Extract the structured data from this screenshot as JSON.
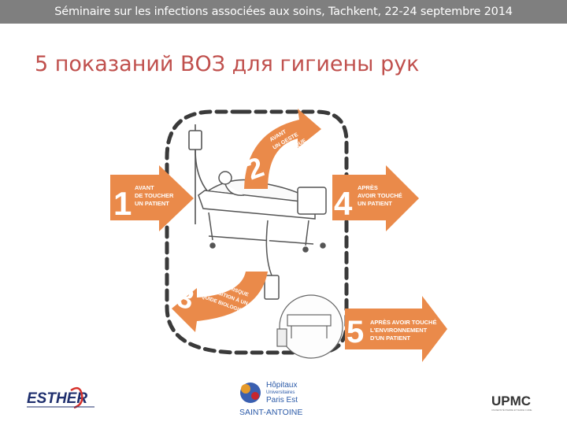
{
  "header": {
    "text": "Séminaire sur les infections associées aux soins, Tachkent, 22-24 septembre 2014"
  },
  "title": "5 показаний ВОЗ для гигиены рук",
  "moments": [
    {
      "number": "1",
      "lines": [
        "AVANT",
        "DE TOUCHER",
        "UN PATIENT"
      ]
    },
    {
      "number": "2",
      "lines": [
        "AVANT",
        "UN GESTE",
        "ASEPTIQUE"
      ]
    },
    {
      "number": "3",
      "lines": [
        "APRÈS UN RISQUE",
        "D'EXPOSITION À UN",
        "LIQUIDE BIOLOGIQUE"
      ]
    },
    {
      "number": "4",
      "lines": [
        "APRÈS",
        "AVOIR TOUCHÉ",
        "UN PATIENT"
      ]
    },
    {
      "number": "5",
      "lines": [
        "APRÈS AVOIR TOUCHÉ",
        "L'ENVIRONNEMENT",
        "D'UN PATIENT"
      ]
    }
  ],
  "colors": {
    "arrow": "#ea8a4a",
    "header_bg": "#7f7f7f",
    "title": "#c0504d",
    "dash": "#3a3a3a"
  },
  "logos": {
    "esther": {
      "text": "ESTHER"
    },
    "hopitaux": {
      "line1": "Hôpitaux",
      "line2": "Universitaires",
      "line3": "Paris Est",
      "line4": "SAINT-ANTOINE"
    },
    "upmc": {
      "text": "UPMC",
      "sub": "UNIVERSITÉ PIERRE ET MARIE CURIE"
    }
  }
}
